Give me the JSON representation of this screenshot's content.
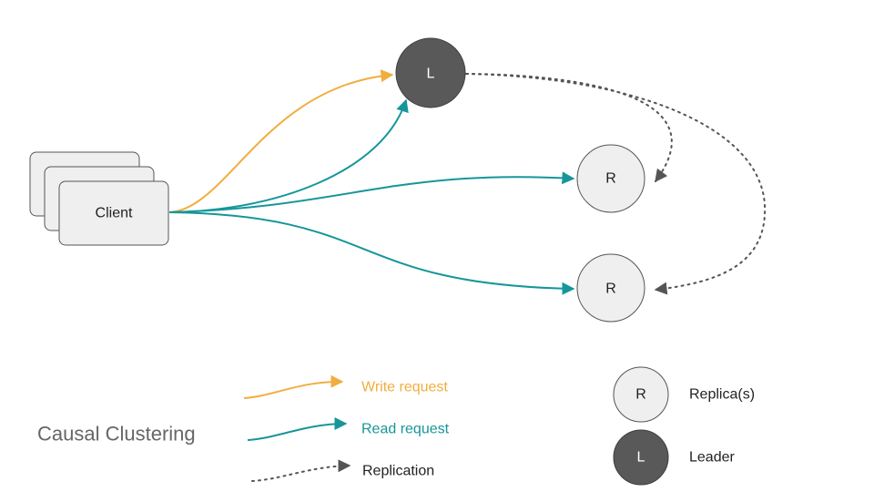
{
  "diagram": {
    "title": "Causal Clustering",
    "client_label": "Client",
    "leader_label": "L",
    "replica_top_label": "R",
    "replica_bottom_label": "R"
  },
  "legend": {
    "write_label": "Write request",
    "read_label": "Read request",
    "replication_label": "Replication",
    "replica_symbol": "R",
    "replica_label": "Replica(s)",
    "leader_symbol": "L",
    "leader_label": "Leader"
  },
  "colors": {
    "write": "#f2ad3f",
    "read": "#16969a",
    "replication": "#555555",
    "leader_fill": "#595959",
    "replica_fill": "#efefef",
    "client_fill": "#efefef",
    "text": "#222222",
    "title_text": "#666666"
  }
}
